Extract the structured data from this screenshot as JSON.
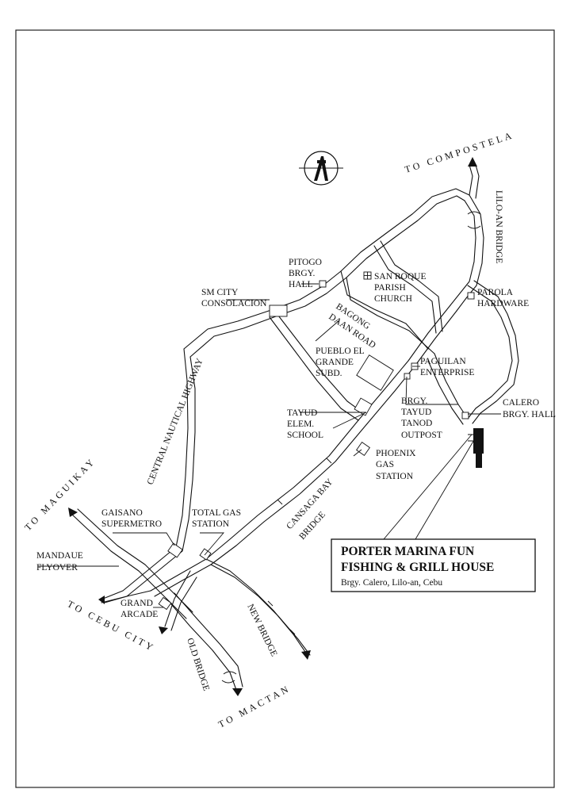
{
  "colors": {
    "ink": "#111111",
    "paper": "#ffffff"
  },
  "icons": {
    "north": "north-arrow-compass-icon",
    "destination": "marina-building-icon"
  },
  "labels": {
    "sm_city_1": "SM CITY",
    "sm_city_2": "CONSOLACION",
    "pitogo_1": "PITOGO",
    "pitogo_2": "BRGY.",
    "pitogo_3": "HALL",
    "san_roque_1": "SAN ROQUE",
    "san_roque_2": "PARISH",
    "san_roque_3": "CHURCH",
    "bagong_1": "BAGONG",
    "bagong_2": "DAAN ROAD",
    "parola_1": "PAROLA",
    "parola_2": "HARDWARE",
    "pueblo_1": "PUEBLO EL",
    "pueblo_2": "GRANDE",
    "pueblo_3": "SUBD.",
    "paguilan_1": "PAGUILAN",
    "paguilan_2": "ENTERPRISE",
    "tanod_1": "BRGY.",
    "tanod_2": "TAYUD",
    "tanod_3": "TANOD",
    "tanod_4": "OUTPOST",
    "calero_1": "CALERO",
    "calero_2": "BRGY. HALL",
    "tayud_1": "TAYUD",
    "tayud_2": "ELEM.",
    "tayud_3": "SCHOOL",
    "phoenix_1": "PHOENIX",
    "phoenix_2": "GAS",
    "phoenix_3": "STATION",
    "cansaga_1": "CANSAGA BAY",
    "cansaga_2": "BRIDGE",
    "central": "CENTRAL NAUTICAL HIGHWAY",
    "lilo_an_bridge": "LILO-AN BRIDGE",
    "gaisano_1": "GAISANO",
    "gaisano_2": "SUPERMETRO",
    "total_1": "TOTAL GAS",
    "total_2": "STATION",
    "mandaue_1": "MANDAUE",
    "mandaue_2": "FLYOVER",
    "grand_1": "GRAND",
    "grand_2": "ARCADE",
    "old_bridge": "OLD BRIDGE",
    "new_bridge": "NEW BRIDGE"
  },
  "directions": {
    "compostela": "TO COMPOSTELA",
    "maguikay": "TO MAGUIKAY",
    "cebu_city": "TO CEBU CITY",
    "mactan": "TO MACTAN"
  },
  "destination": {
    "title_1": "PORTER MARINA FUN",
    "title_2": "FISHING & GRILL HOUSE",
    "address": "Brgy. Calero, Lilo-an, Cebu"
  }
}
